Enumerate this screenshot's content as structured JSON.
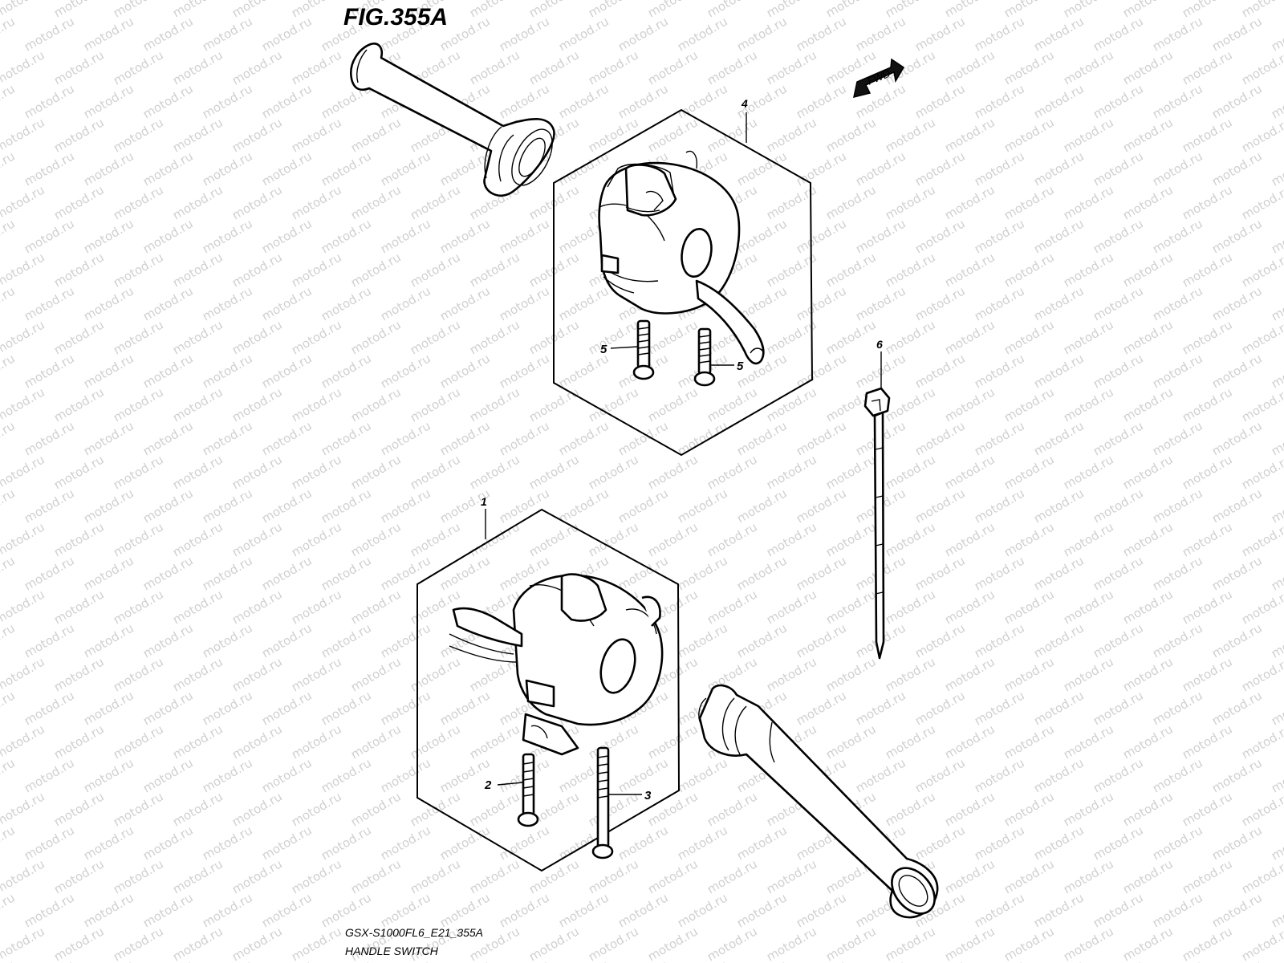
{
  "figure": {
    "title": "FIG.355A",
    "code": "GSX-S1000FL6_E21_355A",
    "name": "HANDLE SWITCH",
    "fwd_label": "FWD"
  },
  "watermark": "motod.ru",
  "callouts": {
    "p1": "1",
    "p2": "2",
    "p3": "3",
    "p4": "4",
    "p5a": "5",
    "p5b": "5",
    "p6": "6"
  }
}
